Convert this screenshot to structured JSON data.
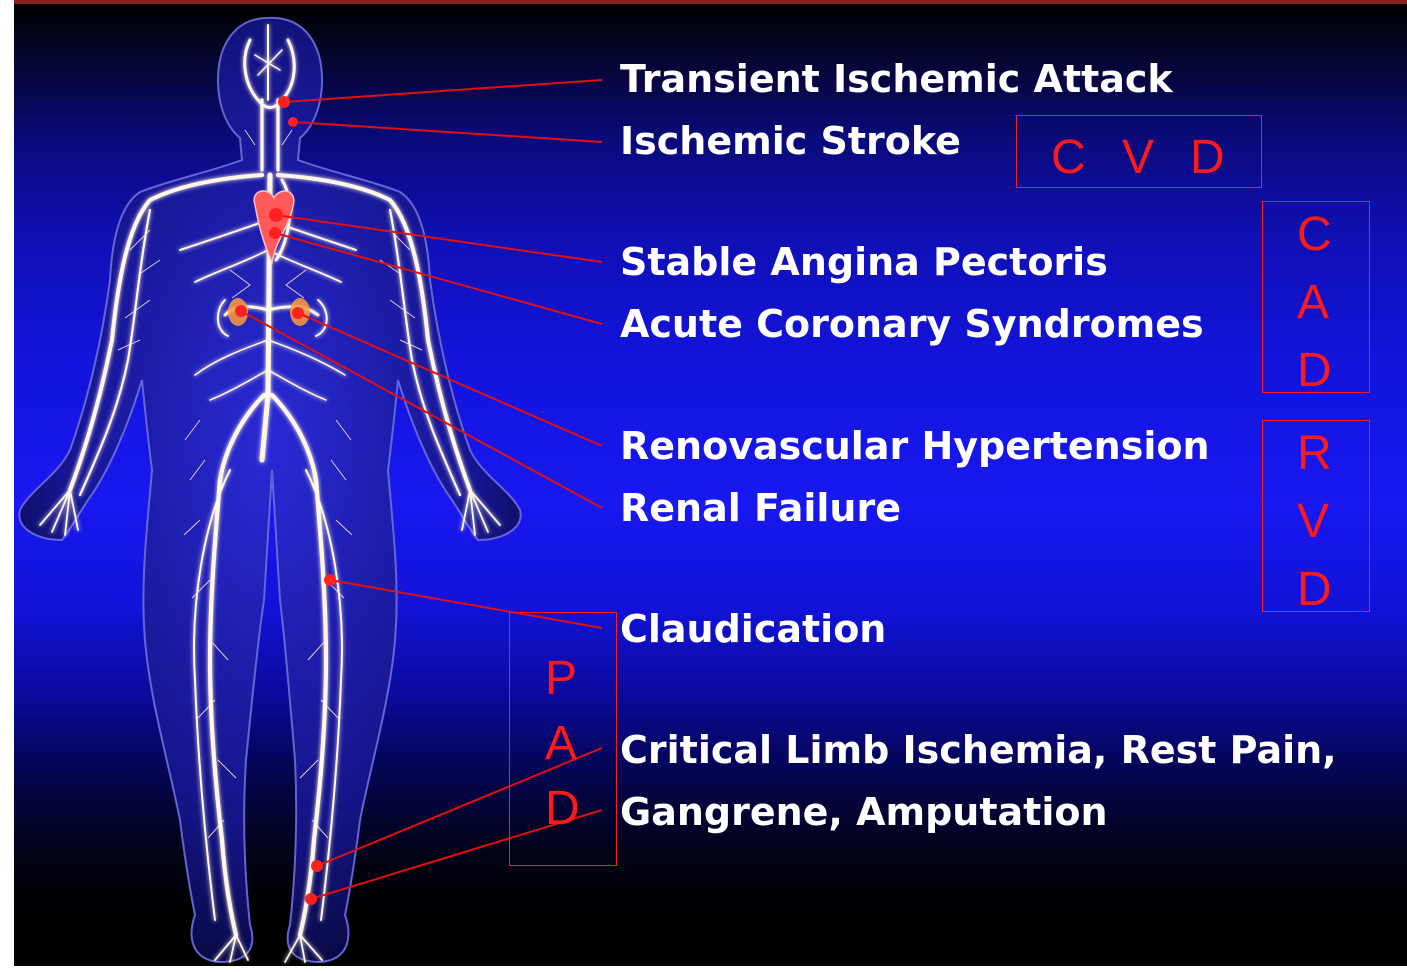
{
  "conditions": [
    {
      "id": "tia",
      "label": "Transient Ischemic Attack"
    },
    {
      "id": "stroke",
      "label": "Ischemic Stroke"
    },
    {
      "id": "angina",
      "label": "Stable Angina Pectoris"
    },
    {
      "id": "acs",
      "label": "Acute Coronary Syndromes"
    },
    {
      "id": "renovascular",
      "label": "Renovascular Hypertension"
    },
    {
      "id": "renal",
      "label": "Renal Failure"
    },
    {
      "id": "claudication",
      "label": "Claudication"
    },
    {
      "id": "cli",
      "label": "Critical Limb Ischemia, Rest Pain,"
    },
    {
      "id": "gangrene",
      "label": "Gangrene, Amputation"
    }
  ],
  "groups": {
    "cvd": {
      "letters": [
        "C",
        "V",
        "D"
      ]
    },
    "cad": {
      "letters": [
        "C",
        "A",
        "D"
      ]
    },
    "rvd": {
      "letters": [
        "R",
        "V",
        "D"
      ]
    },
    "pad": {
      "letters": [
        "P",
        "A",
        "D"
      ]
    }
  },
  "colors": {
    "background_top": "#000000",
    "background_mid": "#1818f0",
    "annotation_red": "#ff1a1a",
    "pointer_red": "#e01010",
    "vessel_white": "#fff6e6",
    "label_white": "#ffffff"
  }
}
